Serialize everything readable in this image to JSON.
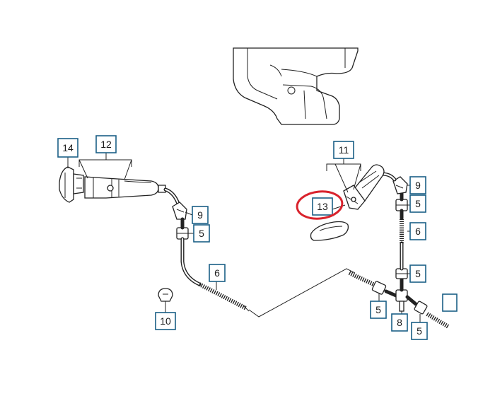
{
  "callouts": {
    "c14": "14",
    "c12": "12",
    "c9a": "9",
    "c5a": "5",
    "c6a": "6",
    "c10": "10",
    "c11": "11",
    "c13": "13",
    "c9b": "9",
    "c5b": "5",
    "c6b": "6",
    "c5c": "5",
    "c5d": "5",
    "c8": "8",
    "c5e": "5"
  },
  "colors": {
    "callout_border": "#1a5f86",
    "highlight_ring": "#d9232d",
    "line_art": "#222222"
  },
  "highlighted_callout": "13"
}
